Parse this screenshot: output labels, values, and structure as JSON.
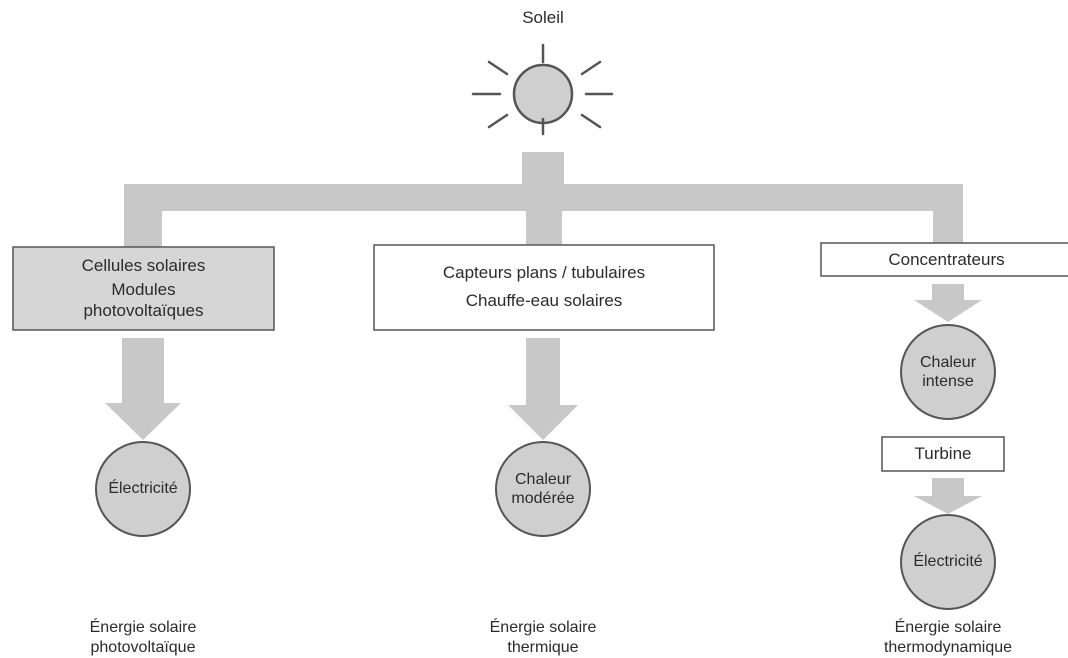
{
  "sun": {
    "label": "Soleil"
  },
  "columns": [
    {
      "box_lines": [
        "Cellules solaires",
        "Modules",
        "photovoltaïques"
      ],
      "result": "Électricité",
      "bottom_lines": [
        "Énergie solaire",
        "photovoltaïque"
      ]
    },
    {
      "box_lines": [
        "Capteurs plans / tubulaires",
        "Chauffe-eau solaires"
      ],
      "result_lines": [
        "Chaleur",
        "modérée"
      ],
      "bottom_lines": [
        "Énergie solaire",
        "thermique"
      ]
    },
    {
      "box_lines": [
        "Concentrateurs"
      ],
      "intermediate_lines": [
        "Chaleur",
        "intense"
      ],
      "turbine": "Turbine",
      "result": "Électricité",
      "bottom_lines": [
        "Énergie solaire",
        "thermodynamique"
      ]
    }
  ],
  "colors": {
    "connector": "#c8c8c8",
    "shaded_fill": "#d6d6d6",
    "circle_fill": "#cfcfcf",
    "stroke": "#555555",
    "text": "#2b2b2b"
  }
}
